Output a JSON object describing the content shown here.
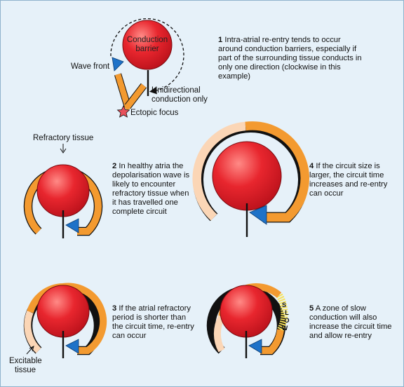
{
  "colors": {
    "background": "#e6f1f9",
    "barrier_red": "#e0242c",
    "conducting_orange": "#f39a30",
    "excitable_peach": "#fbd6b6",
    "arrow_blue": "#1e72c8",
    "star_red": "#e8505a",
    "slow_yellow": "#f7e25a"
  },
  "panel1": {
    "barrier_label_line1": "Conduction",
    "barrier_label_line2": "barrier",
    "wave_front_label": "Wave front",
    "unidirectional_label_line1": "Unidirectional",
    "unidirectional_label_line2": "conduction only",
    "ectopic_label": "Ectopic focus",
    "caption_number": "1",
    "caption_text": "Intra-atrial re-entry tends to occur around conduction barriers, especially if part of the surrounding tissue conducts in only one direction (clockwise in this example)"
  },
  "panel2": {
    "refractory_label": "Refractory tissue",
    "caption_number": "2",
    "caption_text": "In healthy atria the depolarisation wave is likely to encounter refractory tissue when it has travelled one complete circuit"
  },
  "panel3": {
    "excitable_label_line1": "Excitable",
    "excitable_label_line2": "tissue",
    "caption_number": "3",
    "caption_text": "If the atrial refractory period is shorter than the circuit time, re-entry can occur"
  },
  "panel4": {
    "caption_number": "4",
    "caption_text": "If the circuit size is larger, the circuit time increases and re-entry can occur"
  },
  "panel5": {
    "slow_letters": [
      "S",
      "L",
      "O",
      "W"
    ],
    "caption_number": "5",
    "caption_text": "A zone of slow conduction will also increase the circuit time and allow re-entry"
  }
}
